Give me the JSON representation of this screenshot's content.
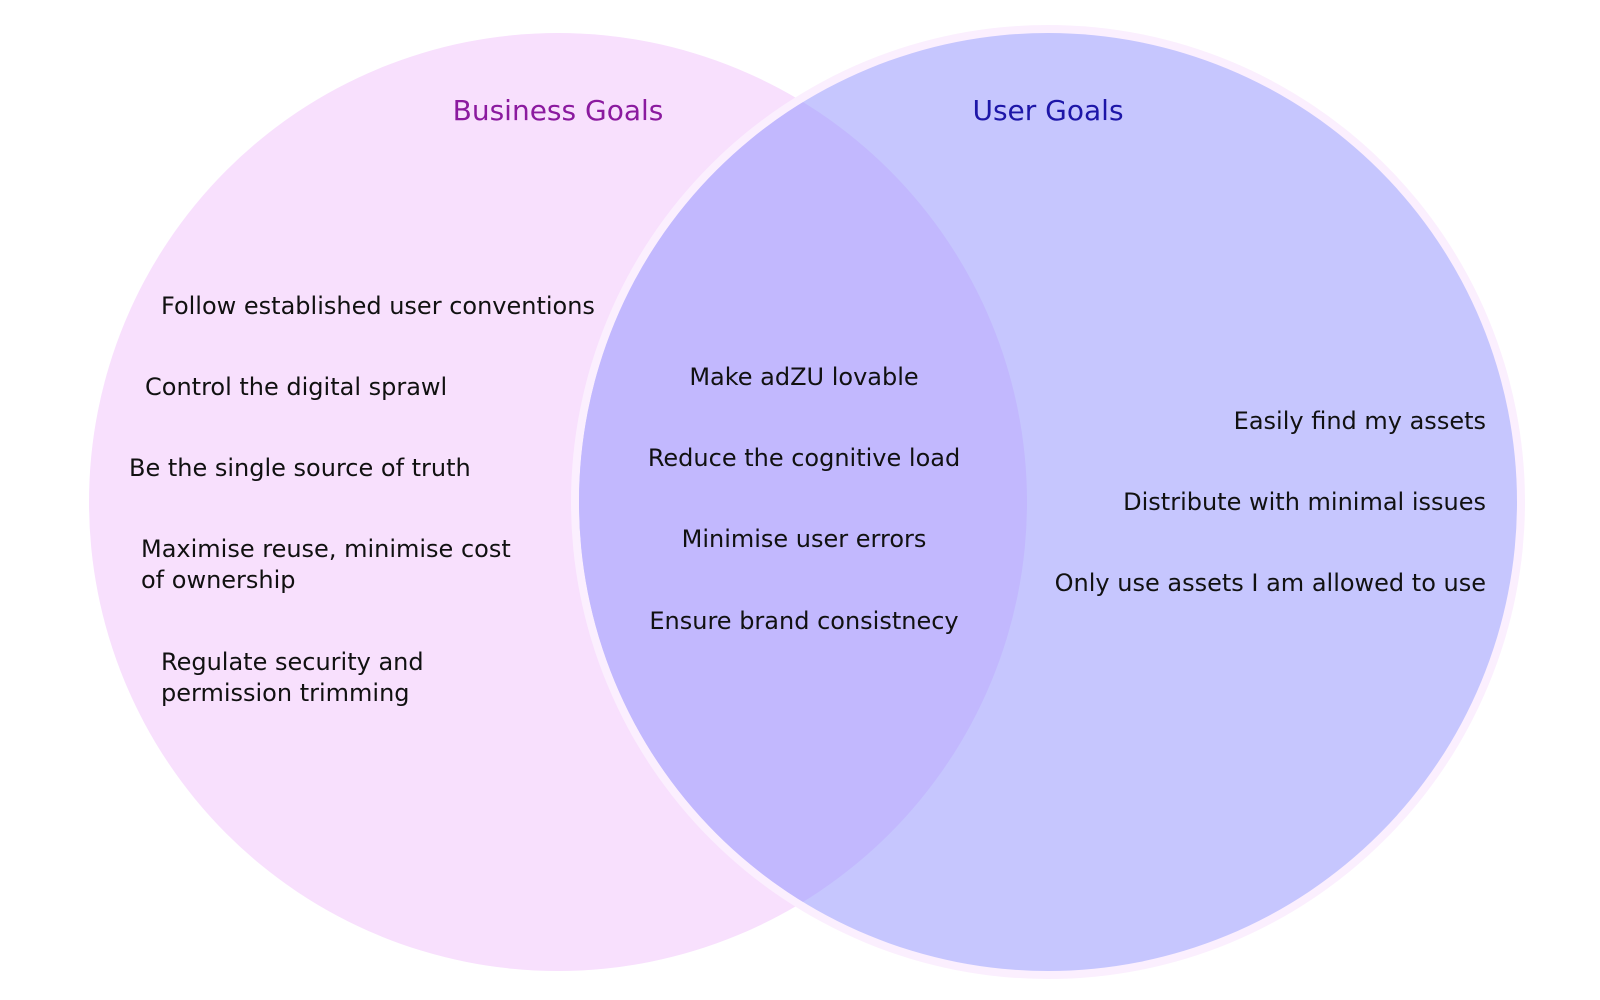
{
  "diagram": {
    "business": {
      "title": "Business Goals",
      "title_color": "#8b1a9f",
      "fill": "#f8e0fd",
      "items": [
        "Follow established user conventions",
        "Control the digital sprawl",
        "Be the single source of truth",
        "Maximise reuse, minimise cost",
        "of ownership",
        "Regulate security and",
        "permission trimming"
      ]
    },
    "user": {
      "title": "User Goals",
      "title_color": "#1d16a8",
      "fill": "#c6c6fe",
      "items": [
        "Easily find my assets",
        "Distribute with minimal issues",
        "Only use assets I am allowed to use"
      ]
    },
    "overlap": {
      "fill": "#c2b8fe",
      "items": [
        "Make adZU lovable",
        "Reduce the cognitive load",
        "Minimise user errors",
        "Ensure brand consistnecy"
      ]
    }
  }
}
